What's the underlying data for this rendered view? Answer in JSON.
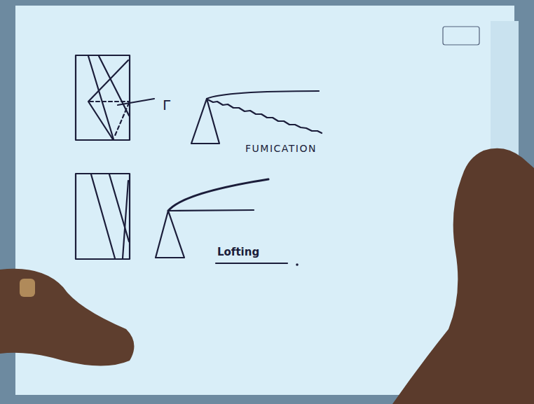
{
  "diagram": {
    "labels": [
      "Γ",
      "FUMICATION",
      "Lofting"
    ]
  }
}
